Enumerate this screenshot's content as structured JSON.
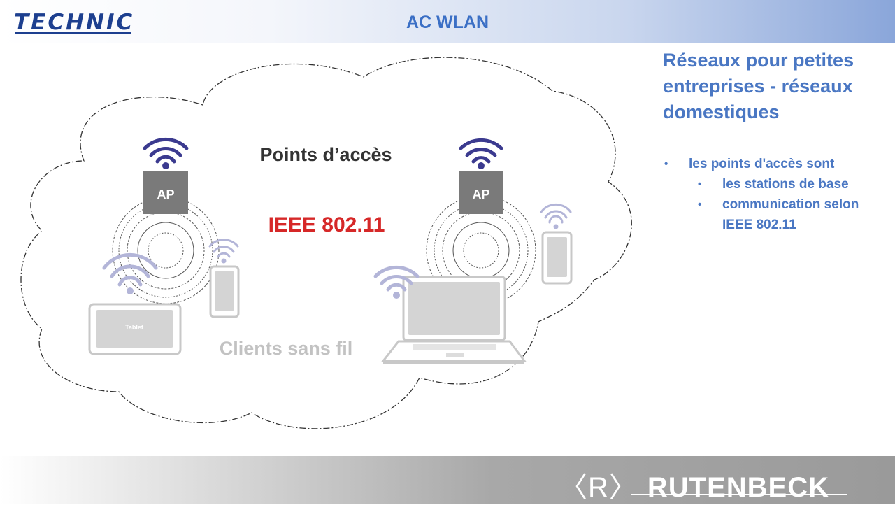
{
  "header": {
    "logo_text": "TECHNIC",
    "title": "AC WLAN"
  },
  "diagram": {
    "center_label": "Points d’accès",
    "standard_label": "IEEE 802.11",
    "clients_label": "Clients sans fil",
    "ap_left_label": "AP",
    "ap_right_label": "AP",
    "tablet_label": "Tablet",
    "colors": {
      "ap_box": "#7a7a7a",
      "wifi_blue": "#3b3a8f",
      "wifi_light": "#b3b5d8",
      "device_gray": "#c8c8c8",
      "standard_red": "#d62828"
    }
  },
  "side": {
    "title_lines": [
      "Réseaux pour petites",
      "entreprises - réseaux",
      "domestiques"
    ],
    "bullet_main": "les points d'accès sont",
    "sub_bullets": [
      "les stations de base",
      "communication selon",
      "IEEE 802.11"
    ]
  },
  "footer": {
    "brand_mark": "〈R〉",
    "brand_name": "RUTENBECK"
  }
}
